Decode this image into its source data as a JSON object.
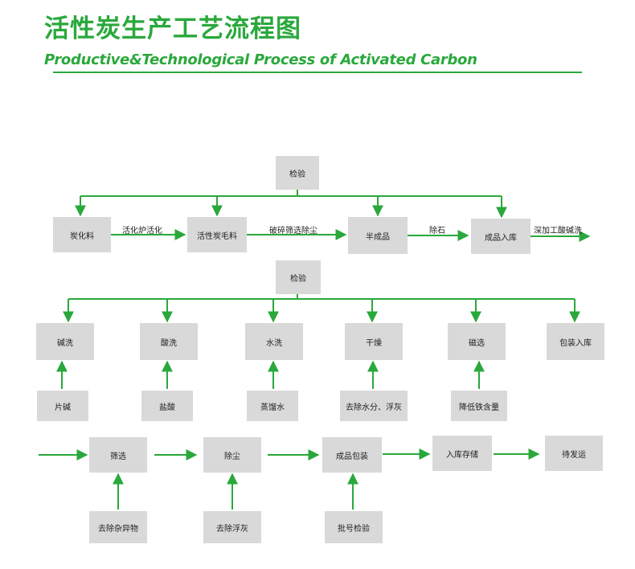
{
  "header": {
    "title_cn": "活性炭生产工艺流程图",
    "title_en": "Productive&Technological Process of Activated Carbon"
  },
  "colors": {
    "accent": "#2aa83c",
    "node_fill": "#d9d9d9"
  },
  "stage1": {
    "inspection": "检验",
    "nodes": [
      "炭化料",
      "活性炭毛料",
      "半成品",
      "成品入库"
    ],
    "edge_labels": [
      "活化炉活化",
      "破碎筛选除尘",
      "除石",
      "深加工酸碱洗"
    ]
  },
  "stage2": {
    "inspection": "检验",
    "nodes": [
      "碱洗",
      "酸洗",
      "水洗",
      "干燥",
      "磁选",
      "包装入库"
    ],
    "inputs": [
      "片碱",
      "盐酸",
      "蒸馏水",
      "去除水分、浮灰",
      "降低铁含量"
    ]
  },
  "stage3": {
    "nodes": [
      "筛选",
      "除尘",
      "成品包装",
      "入库存储",
      "待发运"
    ],
    "inputs": [
      "去除杂异物",
      "去除浮灰",
      "批号检验"
    ]
  }
}
